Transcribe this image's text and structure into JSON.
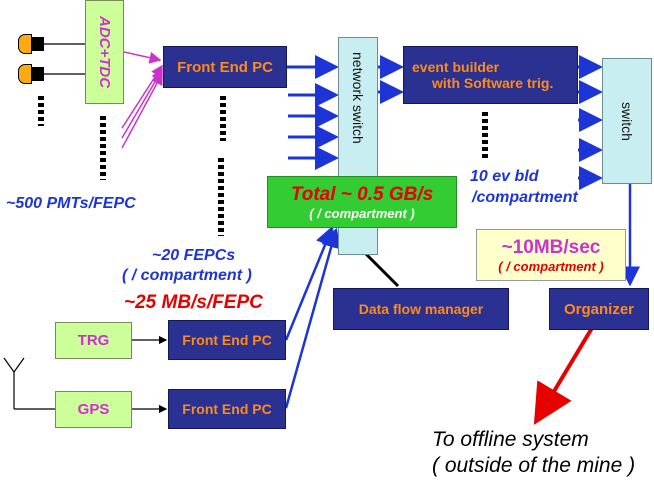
{
  "components": {
    "adc_tdc": "ADC+TDC",
    "fepc_main": "Front End PC",
    "network_switch": "network switch",
    "event_builder_line1": "event builder",
    "event_builder_line2": "with Software trig.",
    "switch": "switch",
    "trg": "TRG",
    "gps": "GPS",
    "fepc_trg": "Front End PC",
    "fepc_gps": "Front End PC",
    "data_flow_manager": "Data flow manager",
    "organizer": "Organizer"
  },
  "annotations": {
    "pmts_per_fepc": "~500 PMTs/FEPC",
    "fepcs_count": "~20 FEPCs",
    "fepcs_per": "( / compartment )",
    "rate_per_fepc": "~25 MB/s/FEPC",
    "total_rate": "Total  ~ 0.5 GB/s",
    "total_per": "( / compartment )",
    "ev_bld_line1": "10 ev bld",
    "ev_bld_line2": "/compartment",
    "output_rate": "~10MB/sec",
    "output_per": "( / compartment )",
    "offline_line1": "To offline system",
    "offline_line2": "( outside of the mine )"
  },
  "colors": {
    "box_navy": "#2b3190",
    "box_text_orange": "#ff8a1a",
    "box_green": "#ccff99",
    "text_magenta": "#cc33cc",
    "switch_cyan": "#c9eef2",
    "arrow_blue": "#1d35d6",
    "arrow_red": "#e60000",
    "rate_red": "#e60000",
    "total_box": "#33cc33",
    "output_box": "#ffffcc"
  }
}
